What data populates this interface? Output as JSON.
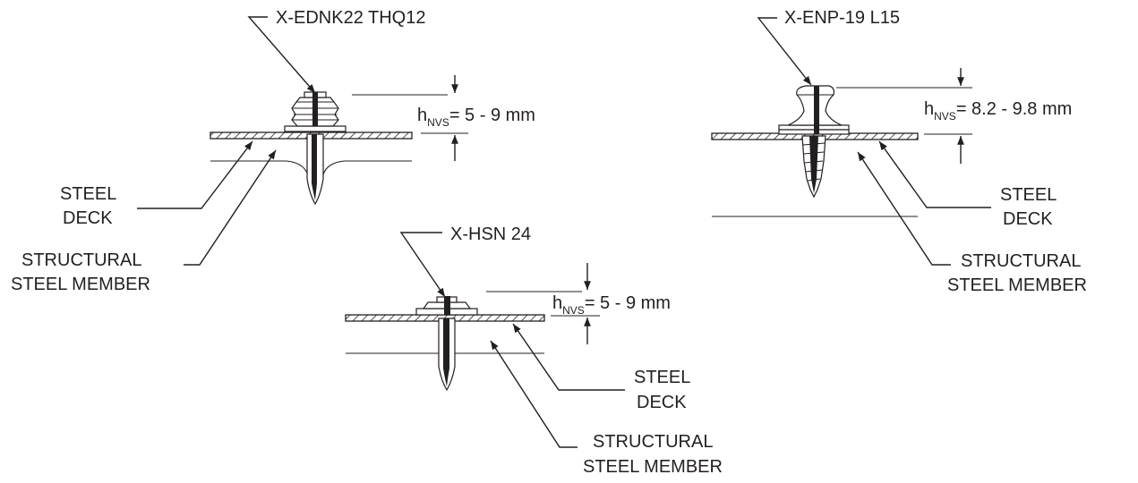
{
  "fasteners": [
    {
      "name": "X-EDNK22 THQ12",
      "height_label": {
        "symbol": "h",
        "subscript": "NVS",
        "value": "= 5 - 9 mm"
      },
      "deck_label": [
        "STEEL",
        "DECK"
      ],
      "member_label": [
        "STRUCTURAL",
        "STEEL MEMBER"
      ]
    },
    {
      "name": "X-HSN 24",
      "height_label": {
        "symbol": "h",
        "subscript": "NVS",
        "value": "= 5 - 9 mm"
      },
      "deck_label": [
        "STEEL",
        "DECK"
      ],
      "member_label": [
        "STRUCTURAL",
        "STEEL MEMBER"
      ]
    },
    {
      "name": "X-ENP-19 L15",
      "height_label": {
        "symbol": "h",
        "subscript": "NVS",
        "value": "= 8.2 - 9.8 mm"
      },
      "deck_label": [
        "STEEL",
        "DECK"
      ],
      "member_label": [
        "STRUCTURAL",
        "STEEL MEMBER"
      ]
    }
  ],
  "colors": {
    "line": "#231f20",
    "background": "#ffffff"
  }
}
